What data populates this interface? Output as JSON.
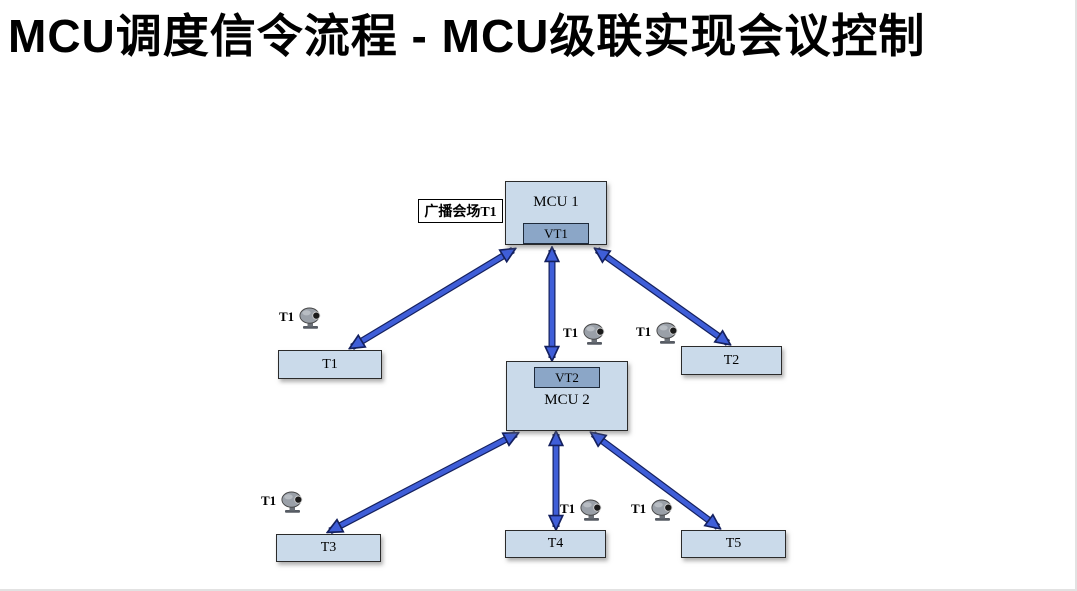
{
  "title": "MCU调度信令流程 - MCU级联实现会议控制",
  "diagram": {
    "broadcast_label": "广播会场T1",
    "nodes": {
      "mcu1": {
        "label": "MCU 1",
        "vt_label": "VT1"
      },
      "mcu2": {
        "label": "MCU 2",
        "vt_label": "VT2"
      },
      "t1": {
        "label": "T1"
      },
      "t2": {
        "label": "T2"
      },
      "t3": {
        "label": "T3"
      },
      "t4": {
        "label": "T4"
      },
      "t5": {
        "label": "T5"
      }
    },
    "camera_labels": [
      "T1",
      "T1",
      "T1",
      "T1",
      "T1",
      "T1"
    ],
    "colors": {
      "node_fill": "#cadaea",
      "vt_fill": "#8ba6c7",
      "arrow_fill": "#3f5ed8",
      "arrow_outline": "#14205e"
    }
  }
}
